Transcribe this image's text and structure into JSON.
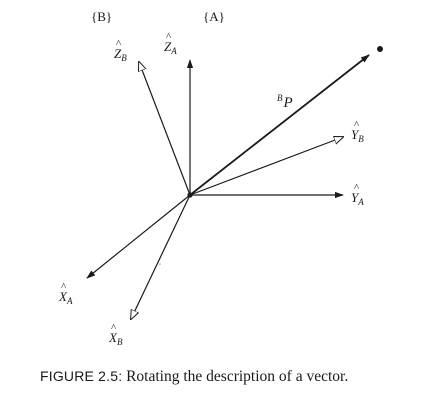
{
  "frames": {
    "b_label": "{B}",
    "a_label": "{A}"
  },
  "axes": {
    "z_b": {
      "letter": "Z",
      "sub": "B",
      "hat": "^"
    },
    "z_a": {
      "letter": "Z",
      "sub": "A",
      "hat": "^"
    },
    "y_b": {
      "letter": "Y",
      "sub": "B",
      "hat": "^"
    },
    "y_a": {
      "letter": "Y",
      "sub": "A",
      "hat": "^"
    },
    "x_a": {
      "letter": "X",
      "sub": "A",
      "hat": "^"
    },
    "x_b": {
      "letter": "X",
      "sub": "B",
      "hat": "^"
    }
  },
  "vector": {
    "sup": "B",
    "letter": "P"
  },
  "caption": {
    "number": "FIGURE 2.5:",
    "text": "Rotating the description of a vector."
  },
  "colors": {
    "ink": "#1a1a1a",
    "background": "#ffffff"
  }
}
